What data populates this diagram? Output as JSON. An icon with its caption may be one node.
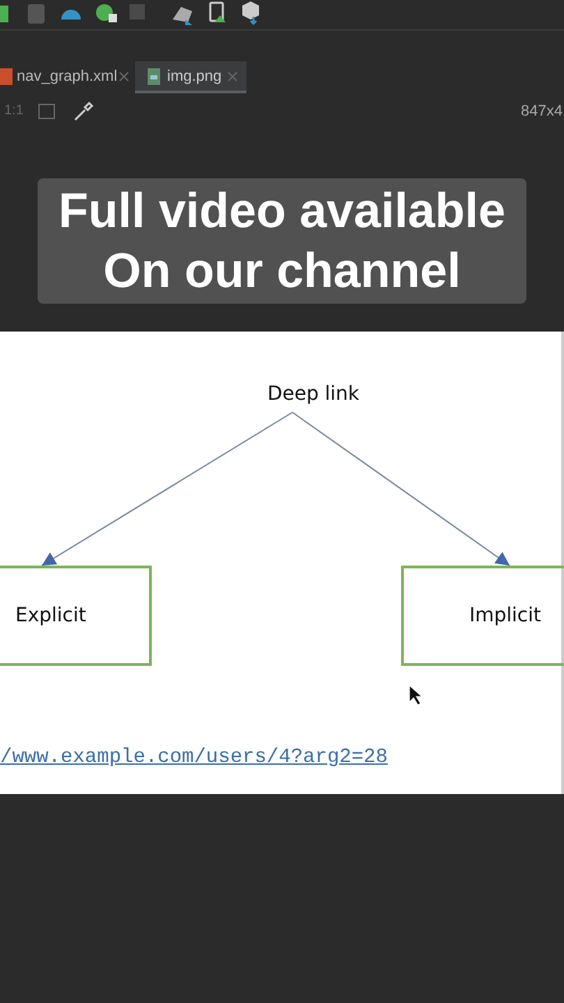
{
  "diagram": {
    "nodes": [
      {
        "text": [
          "Deep link"
        ]
      },
      {
        "text": [
          "Explicit"
        ]
      },
      {
        "text": [
          "Implicit"
        ]
      }
    ],
    "edges": [
      {
        "from": 0,
        "to": 1,
        "arrow": "to"
      },
      {
        "from": 0,
        "to": 2,
        "arrow": "to"
      }
    ],
    "labels": [
      "nav_graph.xml",
      "img.png",
      "1:1",
      "847x4",
      "Full video available On our channel",
      "/www.example.com/users/4?arg2=28"
    ]
  }
}
